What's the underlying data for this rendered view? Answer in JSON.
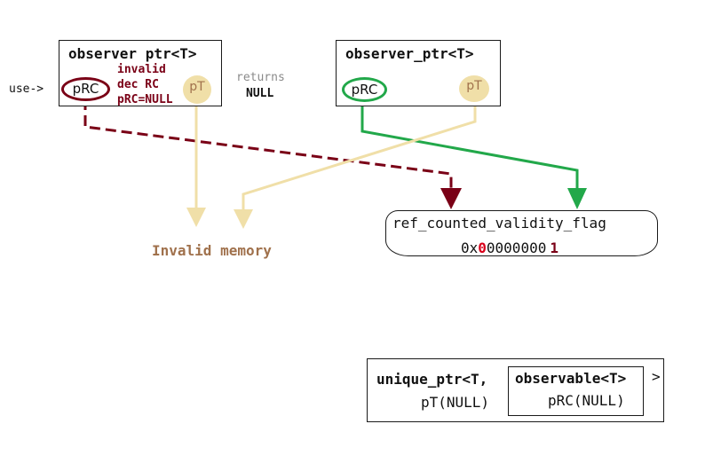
{
  "colors": {
    "maroon": "#7a0016",
    "green": "#22a84a",
    "tan": "#f0dfa8",
    "tan_text": "#a0714c",
    "red_digit": "#d9001b",
    "dark": "#111111",
    "gray": "#8a8a8a"
  },
  "left_observer": {
    "title": "observer ptr<T>",
    "prc_label": "pRC",
    "pt_label": "pT",
    "note_line1": "invalid",
    "note_line2": "dec RC",
    "note_line3": "pRC=NULL",
    "use_label": "use->",
    "returns_label": "returns",
    "null_label": "NULL"
  },
  "right_observer": {
    "title": "observer_ptr<T>",
    "prc_label": "pRC",
    "pt_label": "pT"
  },
  "invalid_memory": "Invalid memory",
  "validity_flag": {
    "title": "ref_counted_validity_flag",
    "value_prefix": "0x",
    "value_red_digit": "0",
    "value_rest": "0000000",
    "value_last": "1"
  },
  "unique_ptr": {
    "title": "unique_ptr<T,",
    "pt_null": "pT(NULL)",
    "closing": ">",
    "observable_title": "observable<T>",
    "prc_null": "pRC(NULL)"
  }
}
